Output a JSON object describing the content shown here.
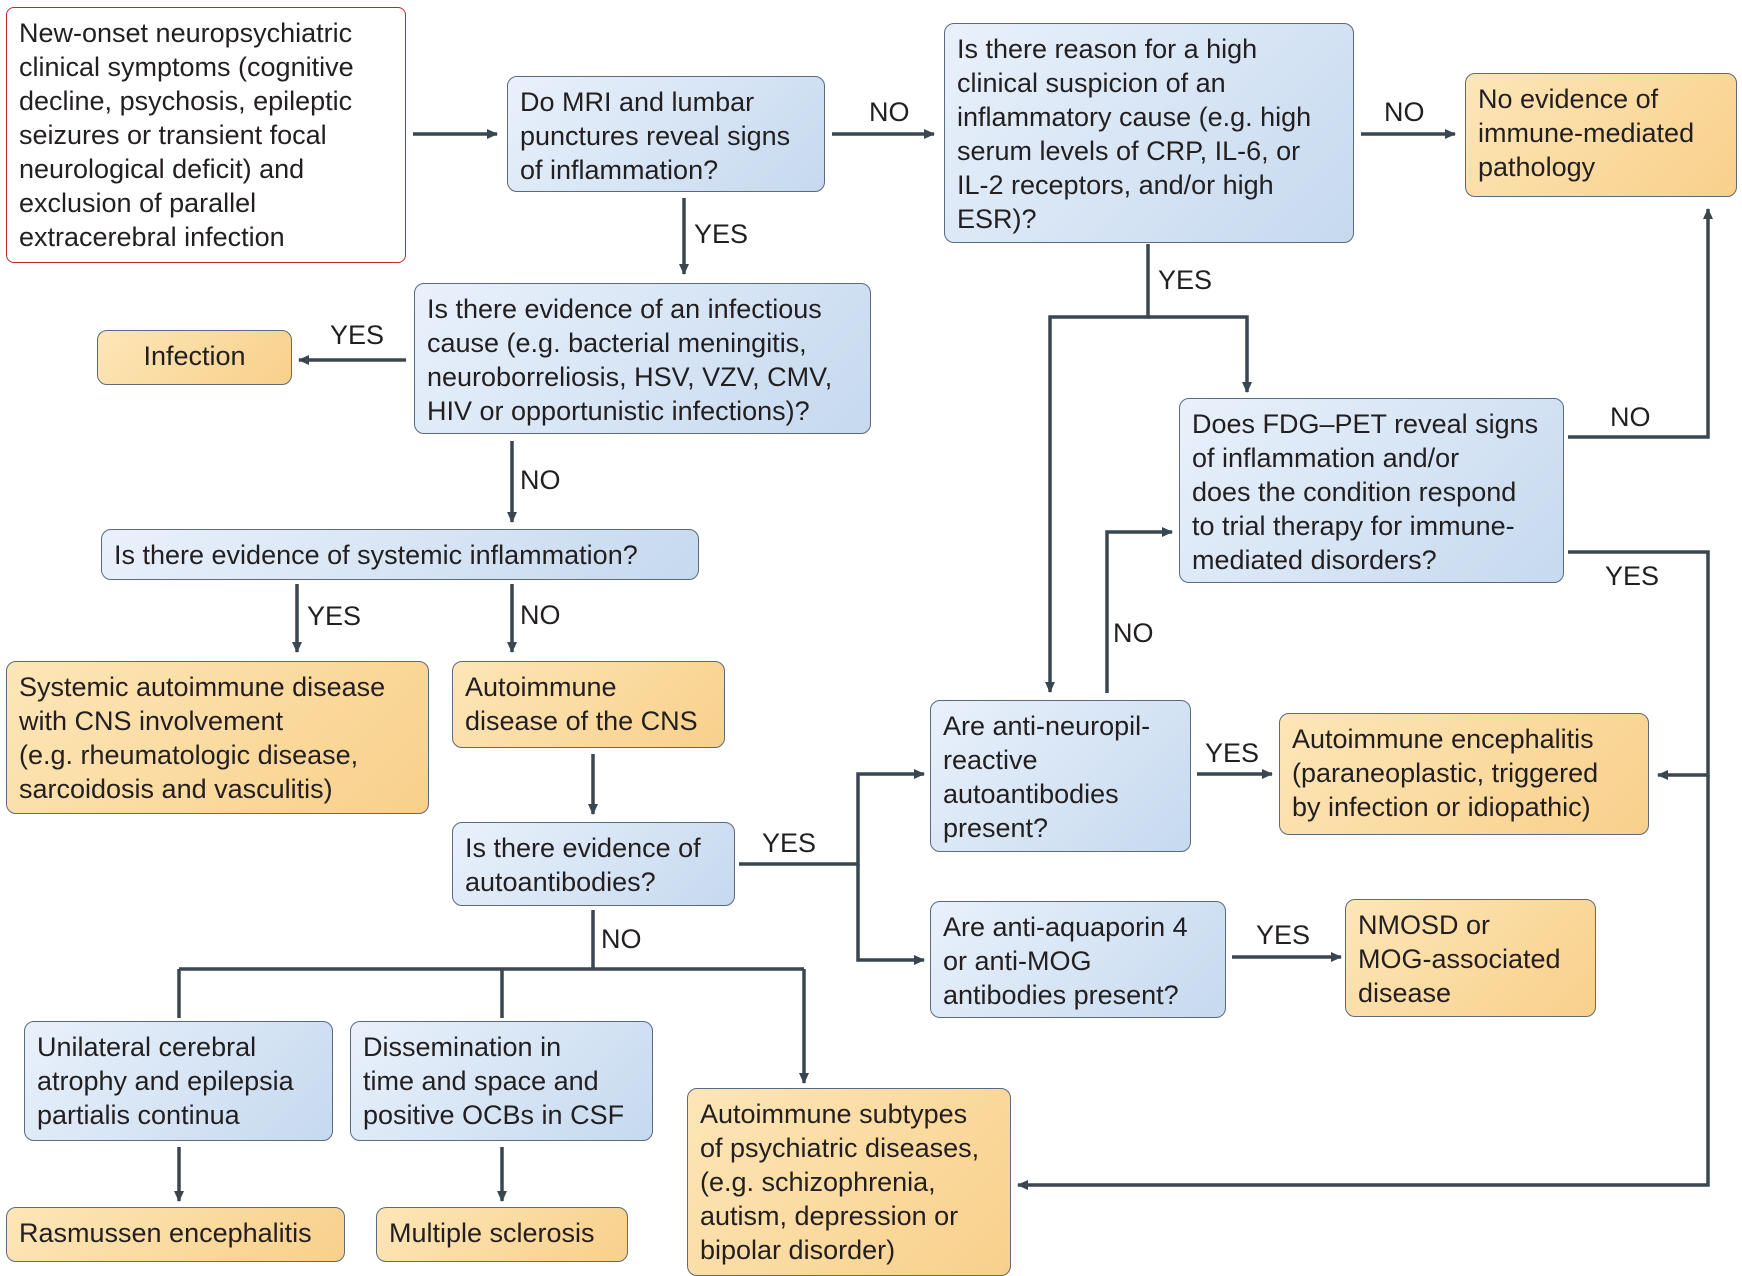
{
  "nodes": {
    "start": "New-onset neuropsychiatric\nclinical symptoms (cognitive\ndecline, psychosis, epileptic\nseizures or transient focal\nneurological deficit) and\nexclusion of parallel\nextracerebral infection",
    "q_mri": "Do MRI and lumbar\npunctures reveal signs\nof inflammation?",
    "q_suspicion": "Is there reason for a high\nclinical suspicion of an\ninflammatory cause (e.g. high\nserum levels of CRP, IL-6, or\nIL-2 receptors, and/or high\nESR)?",
    "o_no_evidence": "No evidence of\nimmune-mediated\npathology",
    "q_infectious": "Is there evidence of an infectious\ncause (e.g. bacterial meningitis,\nneuroborreliosis, HSV, VZV, CMV,\nHIV or opportunistic infections)?",
    "o_infection": "Infection",
    "q_fdg": "Does FDG–PET reveal signs\nof inflammation and/or\ndoes the condition respond\nto trial therapy for immune-\nmediated disorders?",
    "q_systemic": "Is there evidence of systemic inflammation?",
    "o_systemic_disease": "Systemic autoimmune disease\nwith CNS involvement\n(e.g. rheumatologic disease,\nsarcoidosis and vasculitis)",
    "o_autoimmune_cns": "Autoimmune\ndisease of the CNS",
    "q_neuropil": "Are anti-neuropil-\nreactive\nautoantibodies\npresent?",
    "o_encephalitis": "Autoimmune encephalitis\n(paraneoplastic, triggered\nby infection or idiopathic)",
    "q_autoantibodies": "Is there evidence of\nautoantibodies?",
    "q_aquaporin": "Are anti-aquaporin 4\nor anti-MOG\nantibodies present?",
    "o_nmosd": "NMOSD or\nMOG-associated\ndisease",
    "o_unilateral": "Unilateral cerebral\natrophy and epilepsia\npartialis continua",
    "o_dissemination": "Dissemination in\ntime and space and\npositive OCBs in CSF",
    "o_psychiatric": "Autoimmune subtypes\nof psychiatric diseases,\n(e.g. schizophrenia,\nautism, depression or\nbipolar disorder)",
    "o_rasmussen": "Rasmussen encephalitis",
    "o_ms": "Multiple sclerosis"
  },
  "labels": {
    "mri_no": "NO",
    "mri_yes": "YES",
    "suspicion_no": "NO",
    "suspicion_yes": "YES",
    "infectious_yes": "YES",
    "infectious_no": "NO",
    "systemic_yes": "YES",
    "systemic_no": "NO",
    "fdg_no": "NO",
    "fdg_yes": "YES",
    "neuropil_no": "NO",
    "neuropil_yes": "YES",
    "autoantibodies_yes": "YES",
    "autoantibodies_no": "NO",
    "aquaporin_yes": "YES"
  },
  "colors": {
    "question_fill": "#c6d9ef",
    "outcome_fill": "#f8d08a",
    "start_border": "#c0272d",
    "arrow": "#3a4650"
  }
}
